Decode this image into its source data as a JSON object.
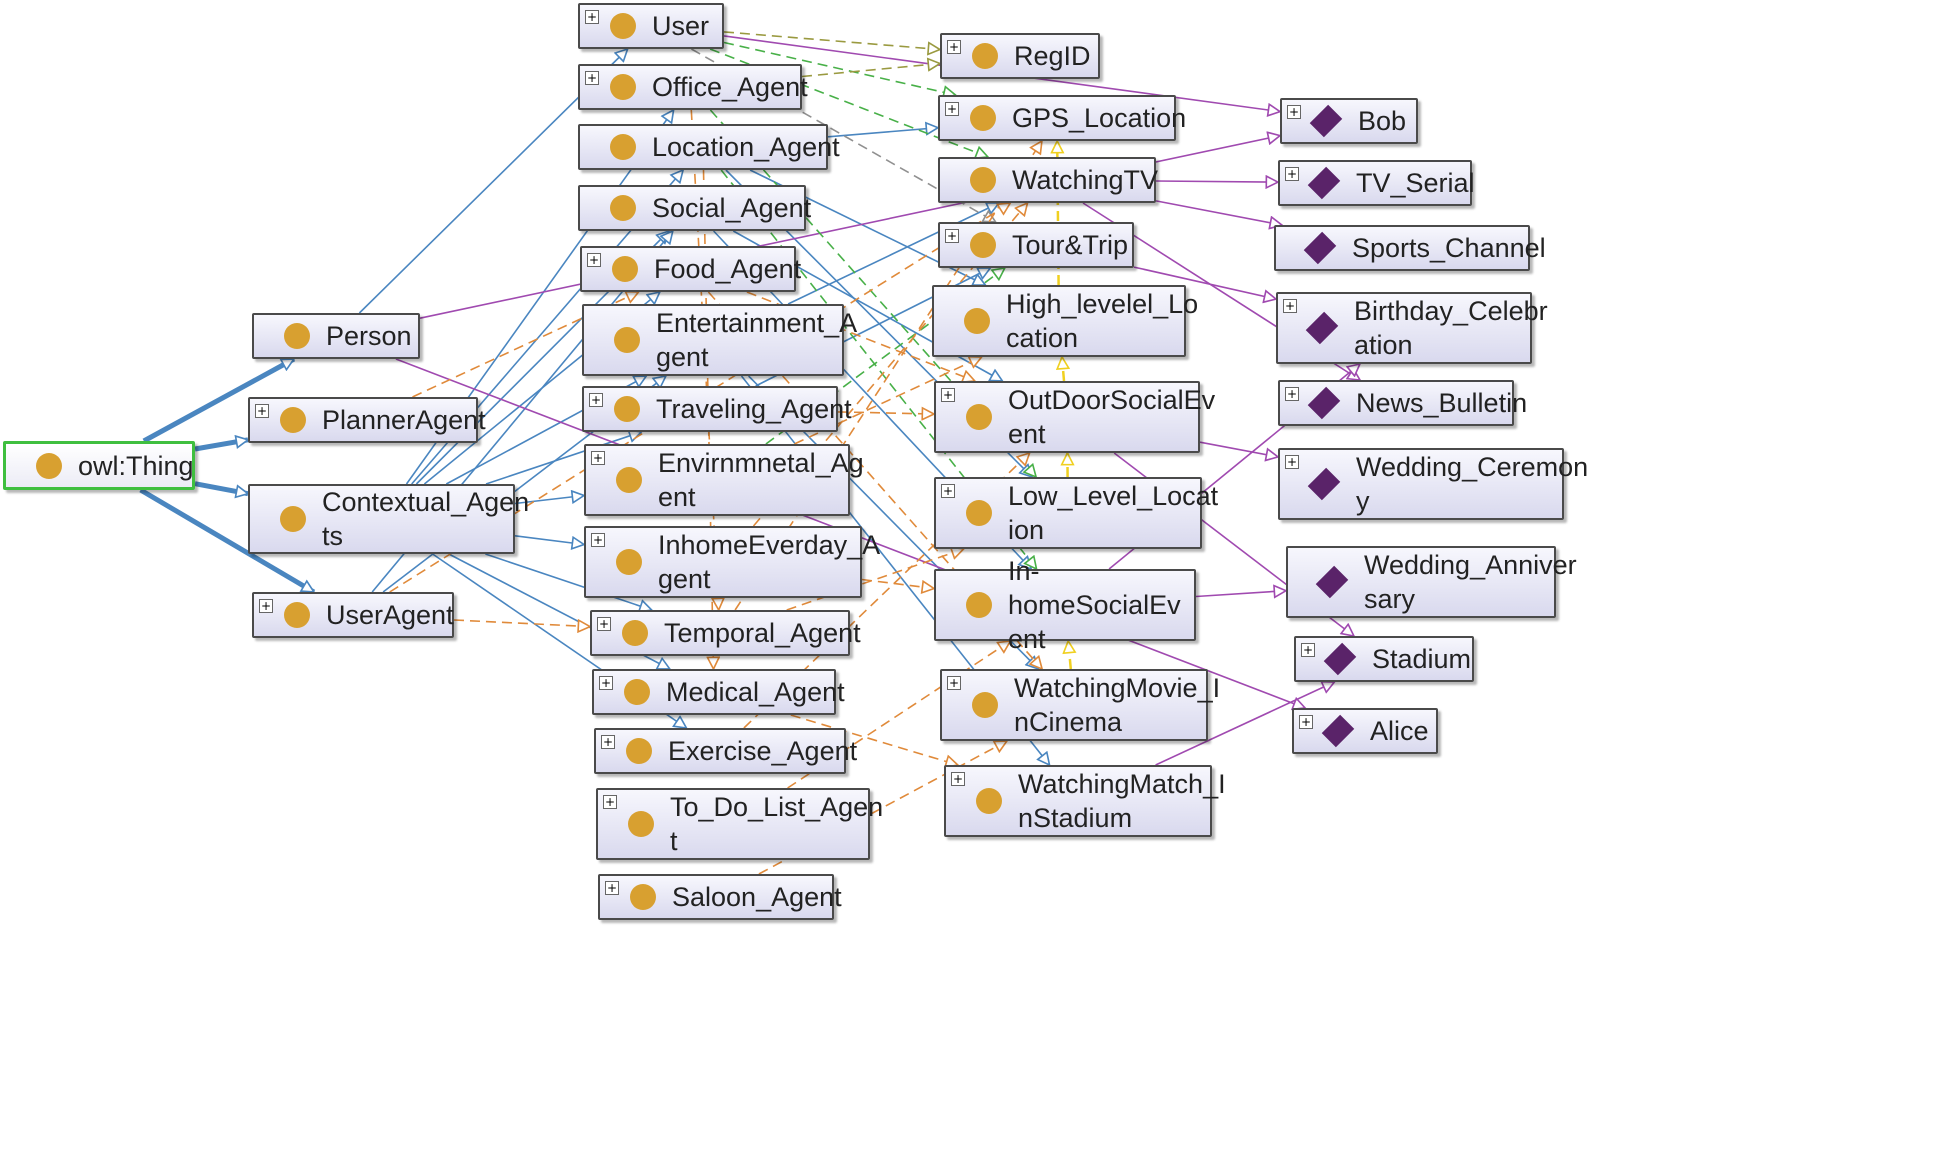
{
  "colors": {
    "subclass_edge": "#4a86c0",
    "individual_edge": "#a04ab0",
    "property_edge_orange": "#e08a3a",
    "property_edge_green": "#48b048",
    "property_edge_olive": "#9a9a40",
    "property_edge_gray": "#909090",
    "property_edge_yellow": "#f0d020",
    "root_border": "#3fbf3f",
    "class_glyph": "#d8a030",
    "individual_glyph": "#5a2369"
  },
  "icons": {
    "class": "class-circle-icon",
    "individual": "individual-diamond-icon",
    "expand": "expand-plus-icon"
  },
  "expand_symbol": "+",
  "nodes": [
    {
      "id": "owlthing",
      "label": "owl:Thing",
      "kind": "class",
      "root": true,
      "expand": false
    },
    {
      "id": "person",
      "label": "Person",
      "kind": "class",
      "expand": false
    },
    {
      "id": "planner",
      "label": "PlannerAgent",
      "kind": "class",
      "expand": true
    },
    {
      "id": "contextual",
      "label": "Contextual_Agen\nts",
      "kind": "class",
      "expand": false
    },
    {
      "id": "useragent",
      "label": "UserAgent",
      "kind": "class",
      "expand": true
    },
    {
      "id": "user",
      "label": "User",
      "kind": "class",
      "expand": true
    },
    {
      "id": "office",
      "label": "Office_Agent",
      "kind": "class",
      "expand": true
    },
    {
      "id": "location",
      "label": "Location_Agent",
      "kind": "class",
      "expand": false
    },
    {
      "id": "social",
      "label": "Social_Agent",
      "kind": "class",
      "expand": false
    },
    {
      "id": "food",
      "label": "Food_Agent",
      "kind": "class",
      "expand": true
    },
    {
      "id": "entertainment",
      "label": "Entertainment_A\ngent",
      "kind": "class",
      "expand": false
    },
    {
      "id": "traveling",
      "label": "Traveling_Agent",
      "kind": "class",
      "expand": true
    },
    {
      "id": "envir",
      "label": "Envirnmnetal_Ag\nent",
      "kind": "class",
      "expand": true
    },
    {
      "id": "inhome",
      "label": "InhomeEverday_A\ngent",
      "kind": "class",
      "expand": true
    },
    {
      "id": "temporal",
      "label": "Temporal_Agent",
      "kind": "class",
      "expand": true
    },
    {
      "id": "medical",
      "label": "Medical_Agent",
      "kind": "class",
      "expand": true
    },
    {
      "id": "exercise",
      "label": "Exercise_Agent",
      "kind": "class",
      "expand": true
    },
    {
      "id": "todo",
      "label": "To_Do_List_Agen\nt",
      "kind": "class",
      "expand": true
    },
    {
      "id": "saloon",
      "label": "Saloon_Agent",
      "kind": "class",
      "expand": true
    },
    {
      "id": "regid",
      "label": "RegID",
      "kind": "class",
      "expand": true
    },
    {
      "id": "gps",
      "label": "GPS_Location",
      "kind": "class",
      "expand": true
    },
    {
      "id": "watchingtv",
      "label": "WatchingTV",
      "kind": "class",
      "expand": false
    },
    {
      "id": "tour",
      "label": "Tour&Trip",
      "kind": "class",
      "expand": true
    },
    {
      "id": "highlevel",
      "label": "High_levelel_Lo\ncation",
      "kind": "class",
      "expand": false
    },
    {
      "id": "outdoor",
      "label": "OutDoorSocialEv\nent",
      "kind": "class",
      "expand": true
    },
    {
      "id": "lowlevel",
      "label": "Low_Level_Locat\nion",
      "kind": "class",
      "expand": true
    },
    {
      "id": "inhomesocial",
      "label": "In-homeSocialEv\nent",
      "kind": "class",
      "expand": false
    },
    {
      "id": "movie",
      "label": "WatchingMovie_I\nnCinema",
      "kind": "class",
      "expand": true
    },
    {
      "id": "match",
      "label": "WatchingMatch_I\nnStadium",
      "kind": "class",
      "expand": true
    },
    {
      "id": "bob",
      "label": "Bob",
      "kind": "individual",
      "expand": true
    },
    {
      "id": "tvserial",
      "label": "TV_Serial",
      "kind": "individual",
      "expand": true
    },
    {
      "id": "sports",
      "label": "Sports_Channel",
      "kind": "individual",
      "expand": false
    },
    {
      "id": "birthday",
      "label": "Birthday_Celebr\nation",
      "kind": "individual",
      "expand": true
    },
    {
      "id": "news",
      "label": "News_Bulletin",
      "kind": "individual",
      "expand": true
    },
    {
      "id": "wedding",
      "label": "Wedding_Ceremon\ny",
      "kind": "individual",
      "expand": true
    },
    {
      "id": "anniversary",
      "label": "Wedding_Anniver\nsary",
      "kind": "individual",
      "expand": false
    },
    {
      "id": "stadium",
      "label": "Stadium",
      "kind": "individual",
      "expand": true
    },
    {
      "id": "alice",
      "label": "Alice",
      "kind": "individual",
      "expand": true
    }
  ],
  "edges": [
    {
      "from": "owlthing",
      "to": "person",
      "type": "subclass_root"
    },
    {
      "from": "owlthing",
      "to": "planner",
      "type": "subclass_root"
    },
    {
      "from": "owlthing",
      "to": "contextual",
      "type": "subclass_root"
    },
    {
      "from": "owlthing",
      "to": "useragent",
      "type": "subclass_root"
    },
    {
      "from": "person",
      "to": "user",
      "type": "subclass"
    },
    {
      "from": "contextual",
      "to": "office",
      "type": "subclass"
    },
    {
      "from": "contextual",
      "to": "location",
      "type": "subclass"
    },
    {
      "from": "contextual",
      "to": "social",
      "type": "subclass"
    },
    {
      "from": "contextual",
      "to": "food",
      "type": "subclass"
    },
    {
      "from": "contextual",
      "to": "entertainment",
      "type": "subclass"
    },
    {
      "from": "contextual",
      "to": "traveling",
      "type": "subclass"
    },
    {
      "from": "contextual",
      "to": "envir",
      "type": "subclass"
    },
    {
      "from": "contextual",
      "to": "inhome",
      "type": "subclass"
    },
    {
      "from": "contextual",
      "to": "temporal",
      "type": "subclass"
    },
    {
      "from": "contextual",
      "to": "medical",
      "type": "subclass"
    },
    {
      "from": "contextual",
      "to": "exercise",
      "type": "subclass"
    },
    {
      "from": "useragent",
      "to": "social",
      "type": "subclass"
    },
    {
      "from": "useragent",
      "to": "entertainment",
      "type": "subclass"
    },
    {
      "from": "location",
      "to": "gps",
      "type": "subclass"
    },
    {
      "from": "location",
      "to": "highlevel",
      "type": "subclass"
    },
    {
      "from": "location",
      "to": "lowlevel",
      "type": "subclass"
    },
    {
      "from": "social",
      "to": "outdoor",
      "type": "subclass"
    },
    {
      "from": "social",
      "to": "inhomesocial",
      "type": "subclass"
    },
    {
      "from": "entertainment",
      "to": "watchingtv",
      "type": "subclass"
    },
    {
      "from": "entertainment",
      "to": "movie",
      "type": "subclass"
    },
    {
      "from": "entertainment",
      "to": "match",
      "type": "subclass"
    },
    {
      "from": "traveling",
      "to": "tour",
      "type": "subclass"
    },
    {
      "from": "person",
      "to": "bob",
      "type": "individual"
    },
    {
      "from": "person",
      "to": "alice",
      "type": "individual"
    },
    {
      "from": "user",
      "to": "bob",
      "type": "individual"
    },
    {
      "from": "watchingtv",
      "to": "tvserial",
      "type": "individual"
    },
    {
      "from": "watchingtv",
      "to": "sports",
      "type": "individual"
    },
    {
      "from": "watchingtv",
      "to": "news",
      "type": "individual"
    },
    {
      "from": "inhomesocial",
      "to": "birthday",
      "type": "individual"
    },
    {
      "from": "inhomesocial",
      "to": "anniversary",
      "type": "individual"
    },
    {
      "from": "outdoor",
      "to": "wedding",
      "type": "individual"
    },
    {
      "from": "outdoor",
      "to": "stadium",
      "type": "individual"
    },
    {
      "from": "tour",
      "to": "birthday",
      "type": "individual"
    },
    {
      "from": "match",
      "to": "stadium",
      "type": "individual"
    },
    {
      "from": "user",
      "to": "regid",
      "type": "property_olive"
    },
    {
      "from": "user",
      "to": "gps",
      "type": "property_green"
    },
    {
      "from": "user",
      "to": "watchingtv",
      "type": "property_green"
    },
    {
      "from": "user",
      "to": "tour",
      "type": "property_gray"
    },
    {
      "from": "office",
      "to": "regid",
      "type": "property_olive"
    },
    {
      "from": "office",
      "to": "lowlevel",
      "type": "property_green"
    },
    {
      "from": "office",
      "to": "temporal",
      "type": "property_orange"
    },
    {
      "from": "location",
      "to": "inhomesocial",
      "type": "property_green"
    },
    {
      "from": "location",
      "to": "medical",
      "type": "property_orange"
    },
    {
      "from": "food",
      "to": "outdoor",
      "type": "property_orange"
    },
    {
      "from": "food",
      "to": "movie",
      "type": "property_orange"
    },
    {
      "from": "traveling",
      "to": "outdoor",
      "type": "property_orange"
    },
    {
      "from": "envir",
      "to": "highlevel",
      "type": "property_orange"
    },
    {
      "from": "envir",
      "to": "tour",
      "type": "property_green"
    },
    {
      "from": "inhome",
      "to": "watchingtv",
      "type": "property_orange"
    },
    {
      "from": "inhome",
      "to": "inhomesocial",
      "type": "property_orange"
    },
    {
      "from": "temporal",
      "to": "gps",
      "type": "property_orange"
    },
    {
      "from": "temporal",
      "to": "lowlevel",
      "type": "property_orange"
    },
    {
      "from": "medical",
      "to": "match",
      "type": "property_orange"
    },
    {
      "from": "exercise",
      "to": "outdoor",
      "type": "property_orange"
    },
    {
      "from": "todo",
      "to": "inhomesocial",
      "type": "property_orange"
    },
    {
      "from": "saloon",
      "to": "movie",
      "type": "property_orange"
    },
    {
      "from": "useragent",
      "to": "watchingtv",
      "type": "property_orange"
    },
    {
      "from": "useragent",
      "to": "temporal",
      "type": "property_orange"
    },
    {
      "from": "planner",
      "to": "food",
      "type": "property_orange"
    },
    {
      "from": "highlevel",
      "to": "gps",
      "type": "property_yellow"
    },
    {
      "from": "outdoor",
      "to": "highlevel",
      "type": "property_yellow"
    },
    {
      "from": "lowlevel",
      "to": "outdoor",
      "type": "property_yellow"
    },
    {
      "from": "movie",
      "to": "inhomesocial",
      "type": "property_yellow"
    }
  ]
}
